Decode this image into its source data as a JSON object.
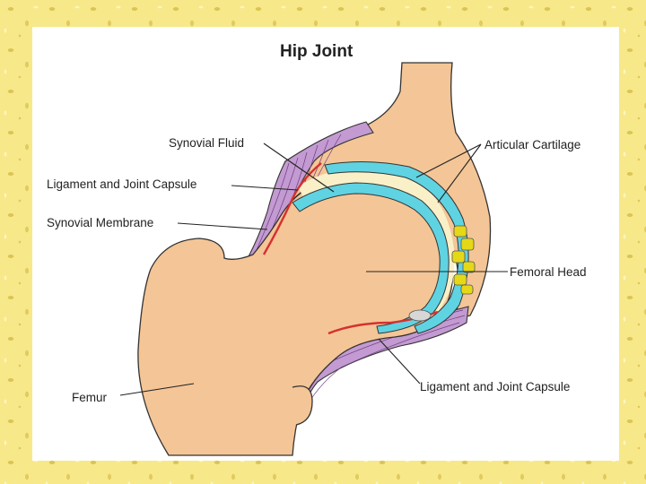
{
  "diagram": {
    "title": "Hip Joint",
    "labels": {
      "synovial_fluid": "Synovial Fluid",
      "ligament_capsule_upper": "Ligament and Joint Capsule",
      "synovial_membrane": "Synovial Membrane",
      "femur": "Femur",
      "articular_cartilage": "Articular Cartilage",
      "femoral_head": "Femoral Head",
      "ligament_capsule_lower": "Ligament and Joint Capsule"
    }
  },
  "colors": {
    "background": "#f7e88a",
    "panel": "#ffffff",
    "bone": "#f4c596",
    "cartilage": "#5fd3e2",
    "synovial_fluid": "#faf0c8",
    "membrane": "#d63030",
    "ligament": "#c39ad1",
    "fat_pad": "#e5d816"
  }
}
